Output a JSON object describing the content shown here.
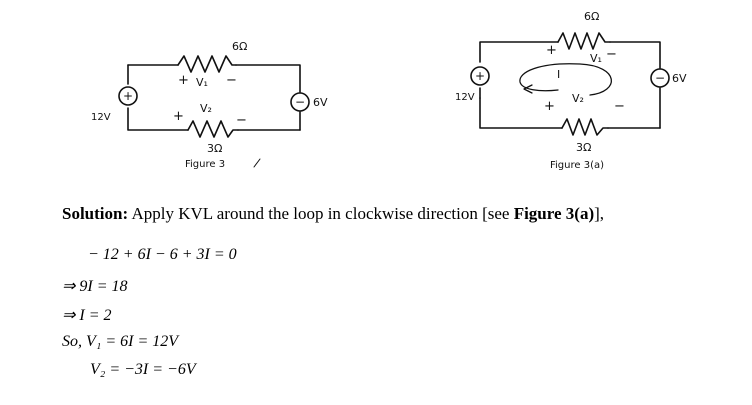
{
  "figure3": {
    "caption": "Figure 3",
    "r_top": "6Ω",
    "r_bottom": "3Ω",
    "src_left": "12V",
    "src_right": "6V",
    "v1": "V₁",
    "v2": "V₂",
    "plus": "+",
    "minus": "−"
  },
  "figure3a": {
    "caption": "Figure 3(a)",
    "r_top": "6Ω",
    "r_bottom": "3Ω",
    "src_left": "12V",
    "src_right": "6V",
    "v1": "V₁",
    "v2": "V₂",
    "current": "I",
    "plus": "+",
    "minus": "−"
  },
  "solution": {
    "label": "Solution:",
    "text_before": " Apply KVL around the loop in clockwise direction [see ",
    "fig_ref": "Figure 3(a)",
    "text_after": "],"
  },
  "equations": {
    "eq1": "− 12 + 6I − 6 + 3I = 0",
    "eq2": "⇒ 9I = 18",
    "eq3": "⇒ I = 2",
    "eq4": "So, V₁ = 6I = 12V",
    "eq5": "V₂ = −3I = −6V"
  }
}
